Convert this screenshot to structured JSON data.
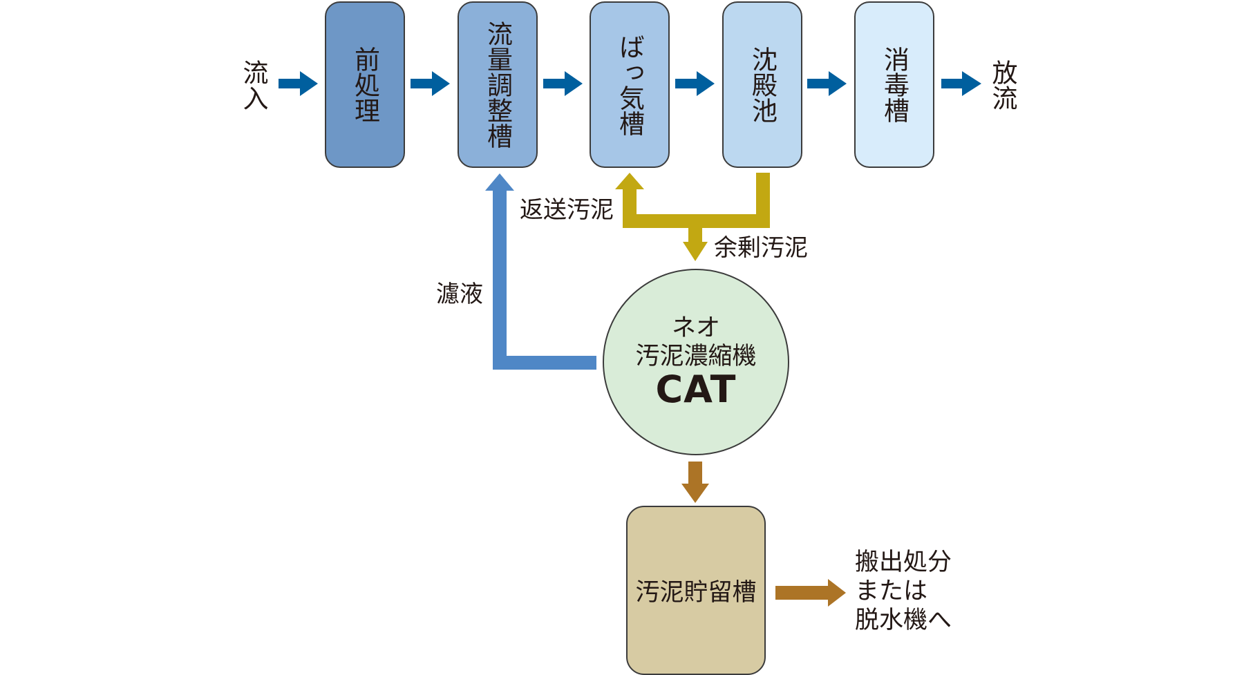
{
  "inflow": "流入",
  "outflow": "放流",
  "stages": [
    {
      "label": "前処理",
      "color": "#6e97c6"
    },
    {
      "label": "流量調整槽",
      "color": "#8bb0d9"
    },
    {
      "label": "ばっ気槽",
      "color": "#a6c6e7"
    },
    {
      "label": "沈殿池",
      "color": "#bcd8f0"
    },
    {
      "label": "消毒槽",
      "color": "#d8ecfb"
    }
  ],
  "return_sludge": "返送汚泥",
  "excess_sludge": "余剰汚泥",
  "filtrate": "濾液",
  "thickener": {
    "line1": "ネオ",
    "line2": "汚泥濃縮機",
    "brand": "CAT",
    "color": "#d9ecd8"
  },
  "storage": {
    "label": "汚泥貯留槽",
    "color": "#d7cba3"
  },
  "disposal": {
    "line1": "搬出処分",
    "line2": "または",
    "line3": "脱水機へ"
  },
  "colors": {
    "process_arrow": "#005f9e",
    "sludge_arrow": "#c2a812",
    "filtrate_arrow": "#4f87c6",
    "storage_arrow": "#ac7426"
  }
}
